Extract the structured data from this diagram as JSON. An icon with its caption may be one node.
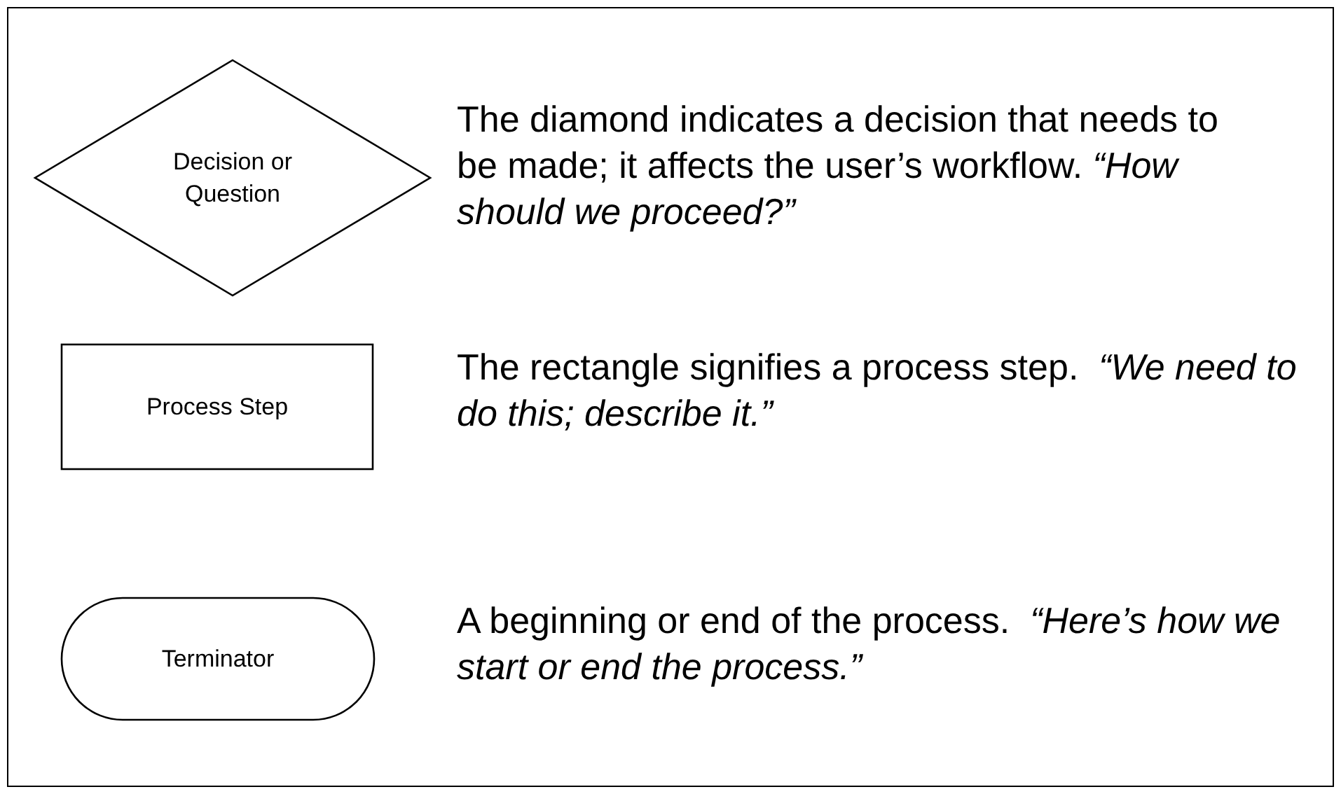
{
  "diagram": {
    "nodes": [
      {
        "text": [
          "Decision or Question"
        ],
        "beside": [
          "The diamond indicates a decision that needs to be made; it affects the user’s workflow. *“How should we proceed?”*"
        ]
      },
      {
        "text": [
          "Process Step"
        ],
        "beside": [
          "The rectangle signifies a process step.  *“We need to do this; describe it.”*"
        ]
      },
      {
        "text": [
          "Terminator"
        ],
        "beside": [
          "A beginning or end of the process.  *“Here’s how we start or end the process.”*"
        ]
      }
    ]
  }
}
